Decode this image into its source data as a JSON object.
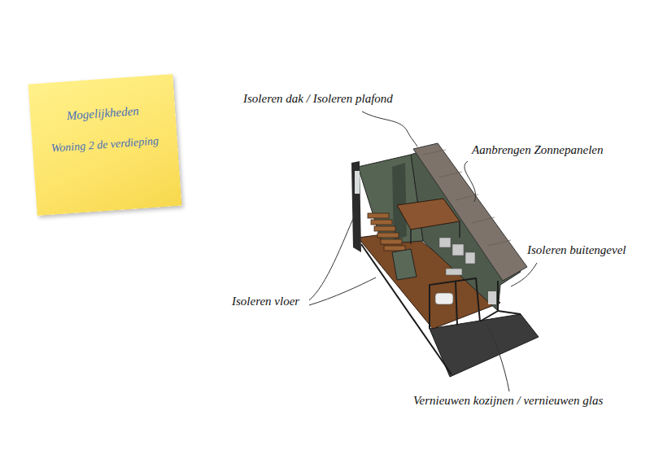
{
  "diagram": {
    "nodes": [
      {
        "text": [
          "Mogelijkheden",
          "Woning 2 de verdieping"
        ]
      }
    ],
    "labels": [
      "Isoleren dak / Isoleren plafond",
      "Aanbrengen Zonnepanelen",
      "Isoleren buitengevel",
      "Isoleren vloer",
      "Vernieuwen kozijnen / vernieuwen glas"
    ]
  }
}
